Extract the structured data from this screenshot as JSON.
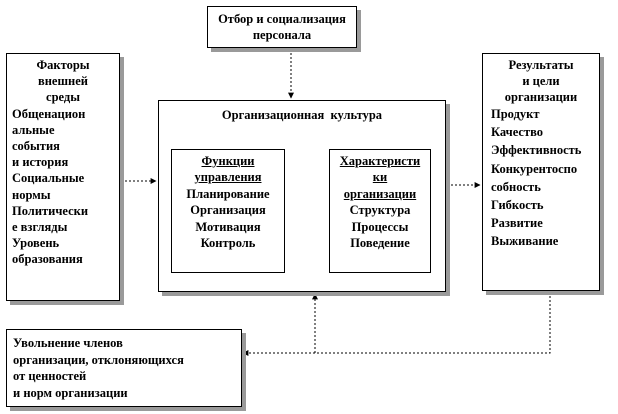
{
  "top_box": {
    "lines": [
      "Отбор и социализация",
      "персонала"
    ]
  },
  "left_box": {
    "title_lines": [
      "Факторы",
      "внешней",
      "среды"
    ],
    "items": [
      "Общенацион",
      "альные",
      "события",
      "и история",
      "Социальные",
      "нормы",
      "Политически",
      "е взгляды",
      "Уровень",
      "образования"
    ]
  },
  "center_box": {
    "title": "Организационная  культура",
    "functions": {
      "title_lines": [
        "Функции",
        "управления"
      ],
      "items": [
        "Планирование",
        "Организация",
        "Мотивация",
        "Контроль"
      ]
    },
    "characteristics": {
      "title_lines": [
        "Характеристи",
        "ки",
        "организации"
      ],
      "items": [
        "Структура",
        "Процессы",
        "Поведение"
      ]
    }
  },
  "right_box": {
    "title_lines": [
      "Результаты",
      "и цели",
      "организации"
    ],
    "items": [
      "Продукт",
      "Качество",
      "Эффективность",
      "Конкурентоспо",
      "собность",
      "Гибкость",
      "Развитие",
      "Выживание"
    ]
  },
  "bottom_box": {
    "lines": [
      "Увольнение членов",
      "организации, отклоняющихся",
      "от ценностей",
      "и норм организации"
    ]
  }
}
